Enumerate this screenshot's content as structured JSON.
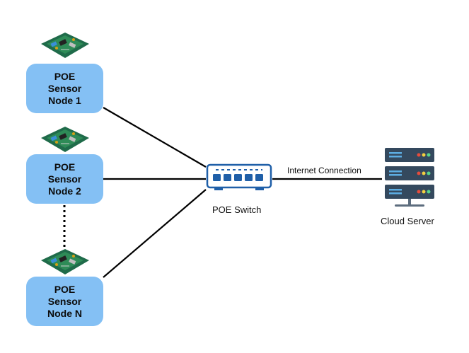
{
  "nodes": [
    {
      "line1": "POE",
      "line2": "Sensor",
      "line3": "Node 1"
    },
    {
      "line1": "POE",
      "line2": "Sensor",
      "line3": "Node 2"
    },
    {
      "line1": "POE",
      "line2": "Sensor",
      "line3": "Node N"
    }
  ],
  "switch": {
    "label": "POE Switch"
  },
  "server": {
    "label": "Cloud Server"
  },
  "uplink": {
    "label": "Internet Connection"
  },
  "colors": {
    "node_fill": "#84c0f4",
    "link": "#000000",
    "switch_port": "#1f5fa8",
    "server_body": "#34495e",
    "server_accent": "#5dade2",
    "led_red": "#e74c3c",
    "led_yellow": "#f4d03f",
    "led_green": "#58d68d",
    "board_green": "#1f6b4a"
  },
  "icons": [
    "circuit-board-icon",
    "network-switch-icon",
    "server-rack-icon"
  ]
}
